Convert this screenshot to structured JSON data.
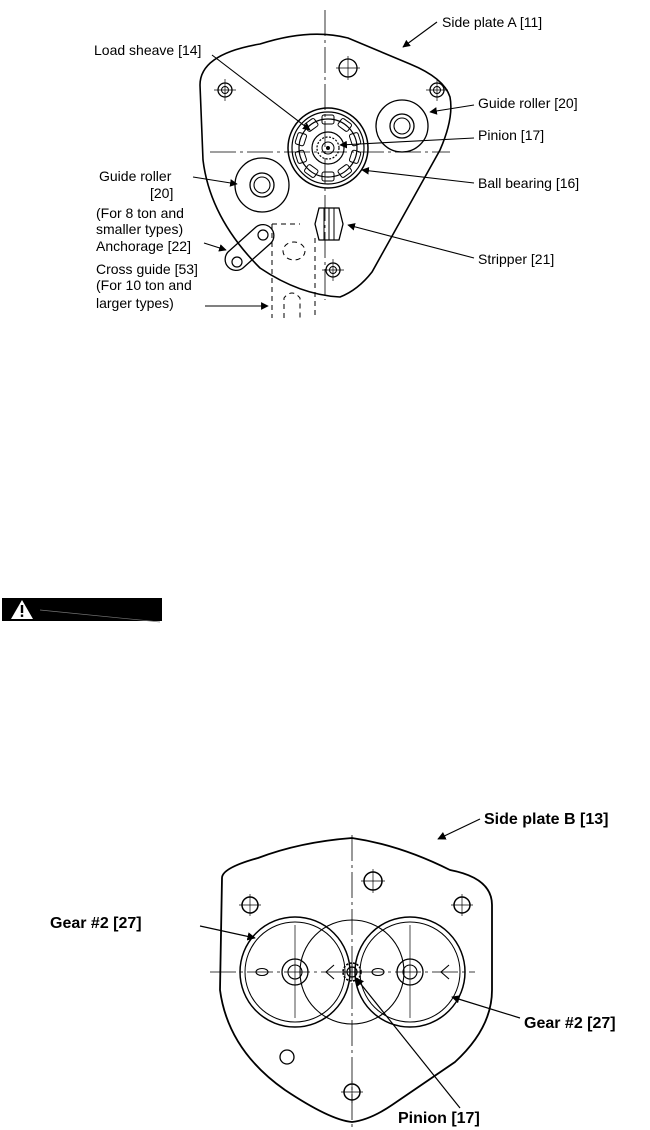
{
  "diagram_top": {
    "labels": {
      "side_plate_a": "Side plate A [11]",
      "load_sheave": "Load sheave [14]",
      "guide_roller_right": "Guide roller [20]",
      "pinion": "Pinion [17]",
      "guide_roller_left": "Guide roller",
      "guide_roller_left_num": "[20]",
      "ball_bearing": "Ball bearing [16]",
      "note_8ton_1": "(For  8  ton and",
      "note_8ton_2": "smaller types)",
      "anchorage": "Anchorage [22]",
      "stripper": "Stripper [21]",
      "cross_guide": "Cross guide [53]",
      "note_10ton_1": "(For 10 ton and",
      "note_10ton_2": "larger types)"
    }
  },
  "warning": {
    "icon": "warning-triangle-icon",
    "text": ""
  },
  "diagram_bottom": {
    "labels": {
      "side_plate_b": "Side plate B [13]",
      "gear_left": "Gear #2 [27]",
      "gear_right": "Gear #2 [27]",
      "pinion": "Pinion [17]"
    }
  }
}
